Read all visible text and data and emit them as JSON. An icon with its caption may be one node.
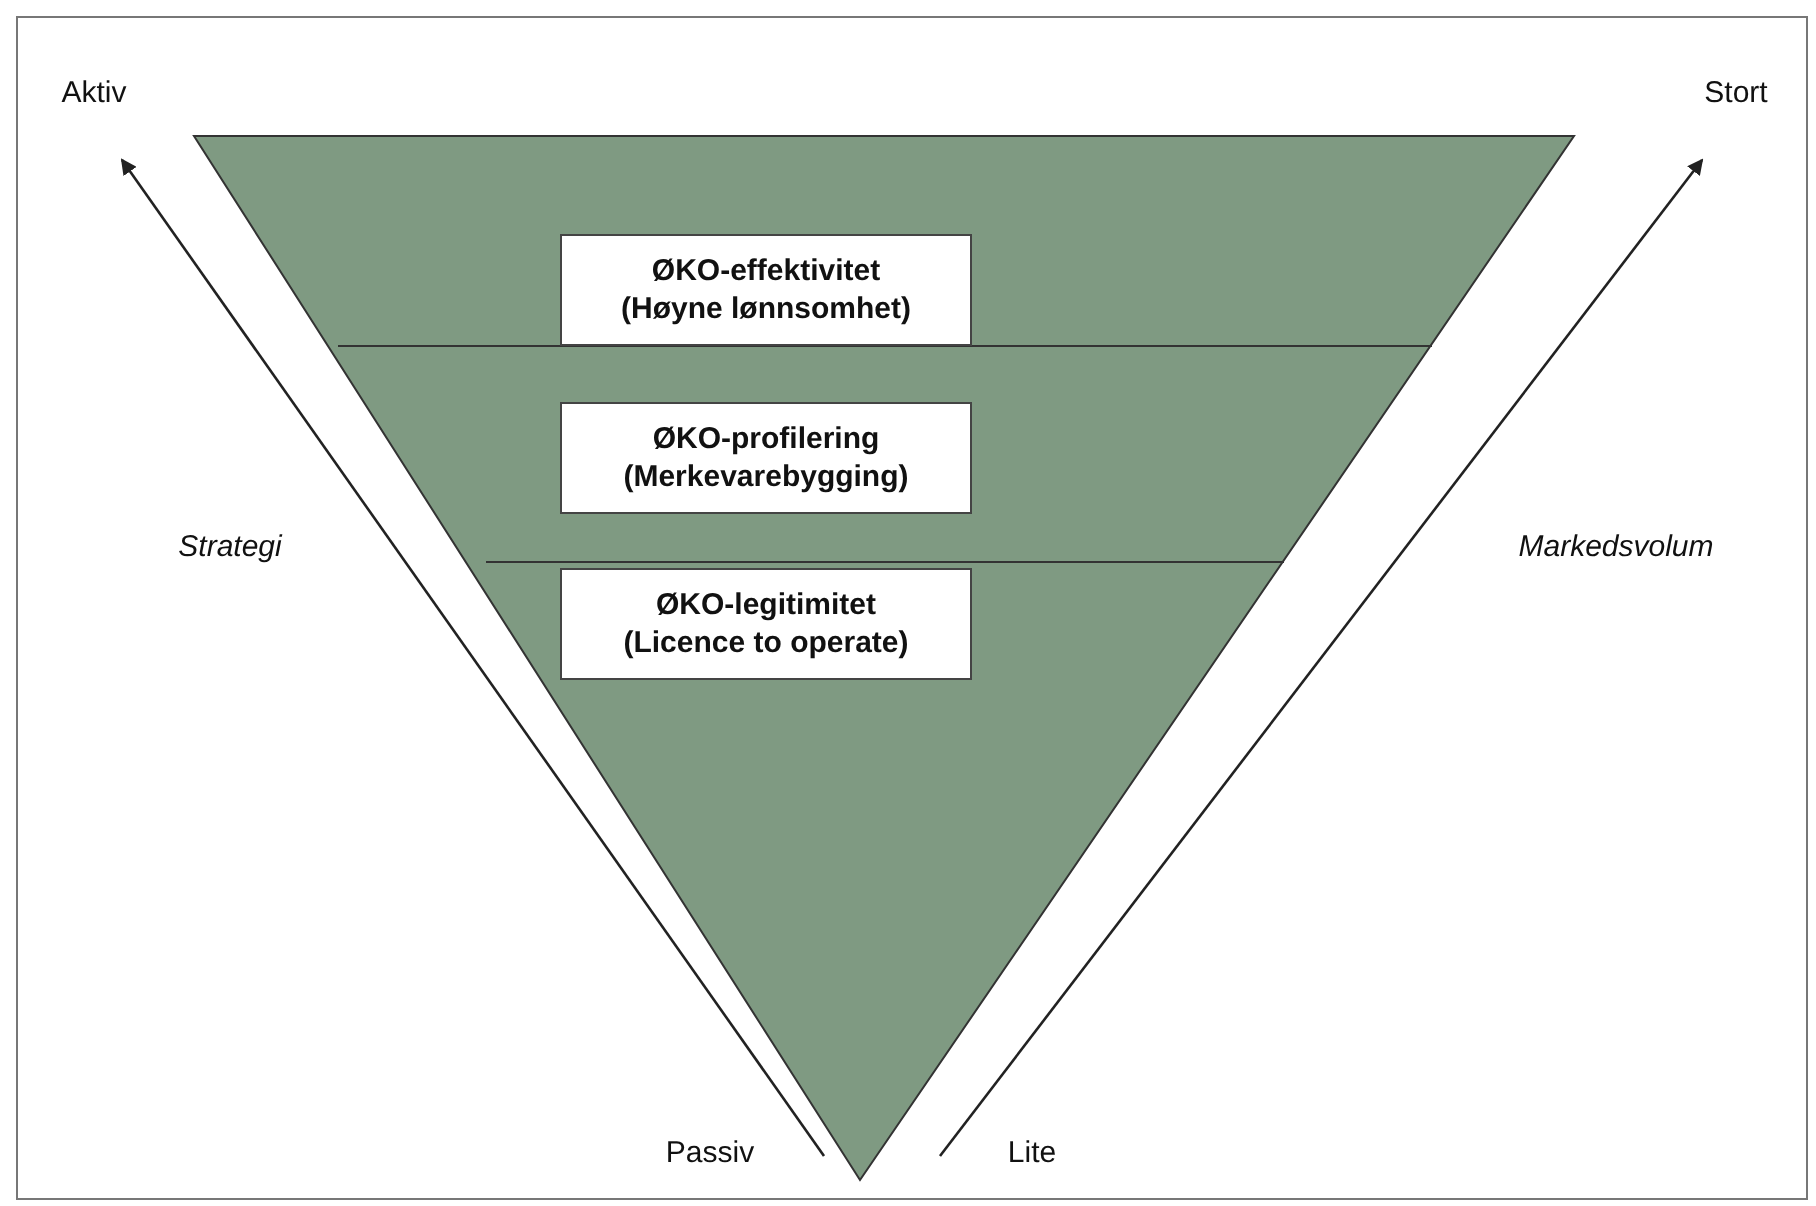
{
  "diagram": {
    "nodes": [
      {
        "text": [
          "ØKO-effektivitet",
          "(Høyne lønnsomhet)"
        ]
      },
      {
        "text": [
          "ØKO-profilering",
          "(Merkevarebygging)"
        ]
      },
      {
        "text": [
          "ØKO-legitimitet",
          "(Licence to operate)"
        ]
      }
    ],
    "labels": [
      "Aktiv",
      "Stort",
      "Strategi",
      "Markedsvolum",
      "Passiv",
      "Lite"
    ]
  }
}
